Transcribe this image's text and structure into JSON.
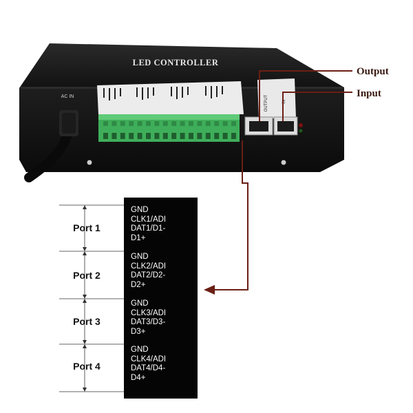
{
  "device": {
    "title": "LED CONTROLLER",
    "ac_in_label": "AC IN",
    "network_left_label": "OUTPUT",
    "network_right_label": "IN"
  },
  "callouts": {
    "output": "Output",
    "input": "Input"
  },
  "ports": [
    {
      "label": "Port 1",
      "pins": [
        "GND",
        "CLK1/ADI",
        "DAT1/D1-",
        "D1+"
      ]
    },
    {
      "label": "Port 2",
      "pins": [
        "GND",
        "CLK2/ADI",
        "DAT2/D2-",
        "D2+"
      ]
    },
    {
      "label": "Port 3",
      "pins": [
        "GND",
        "CLK3/ADI",
        "DAT3/D3-",
        "D3+"
      ]
    },
    {
      "label": "Port 4",
      "pins": [
        "GND",
        "CLK4/ADI",
        "DAT4/D4-",
        "D4+"
      ]
    }
  ],
  "colors": {
    "arrow": "#6b1f14",
    "body": "#151515",
    "terminal": "#3fae5a"
  }
}
